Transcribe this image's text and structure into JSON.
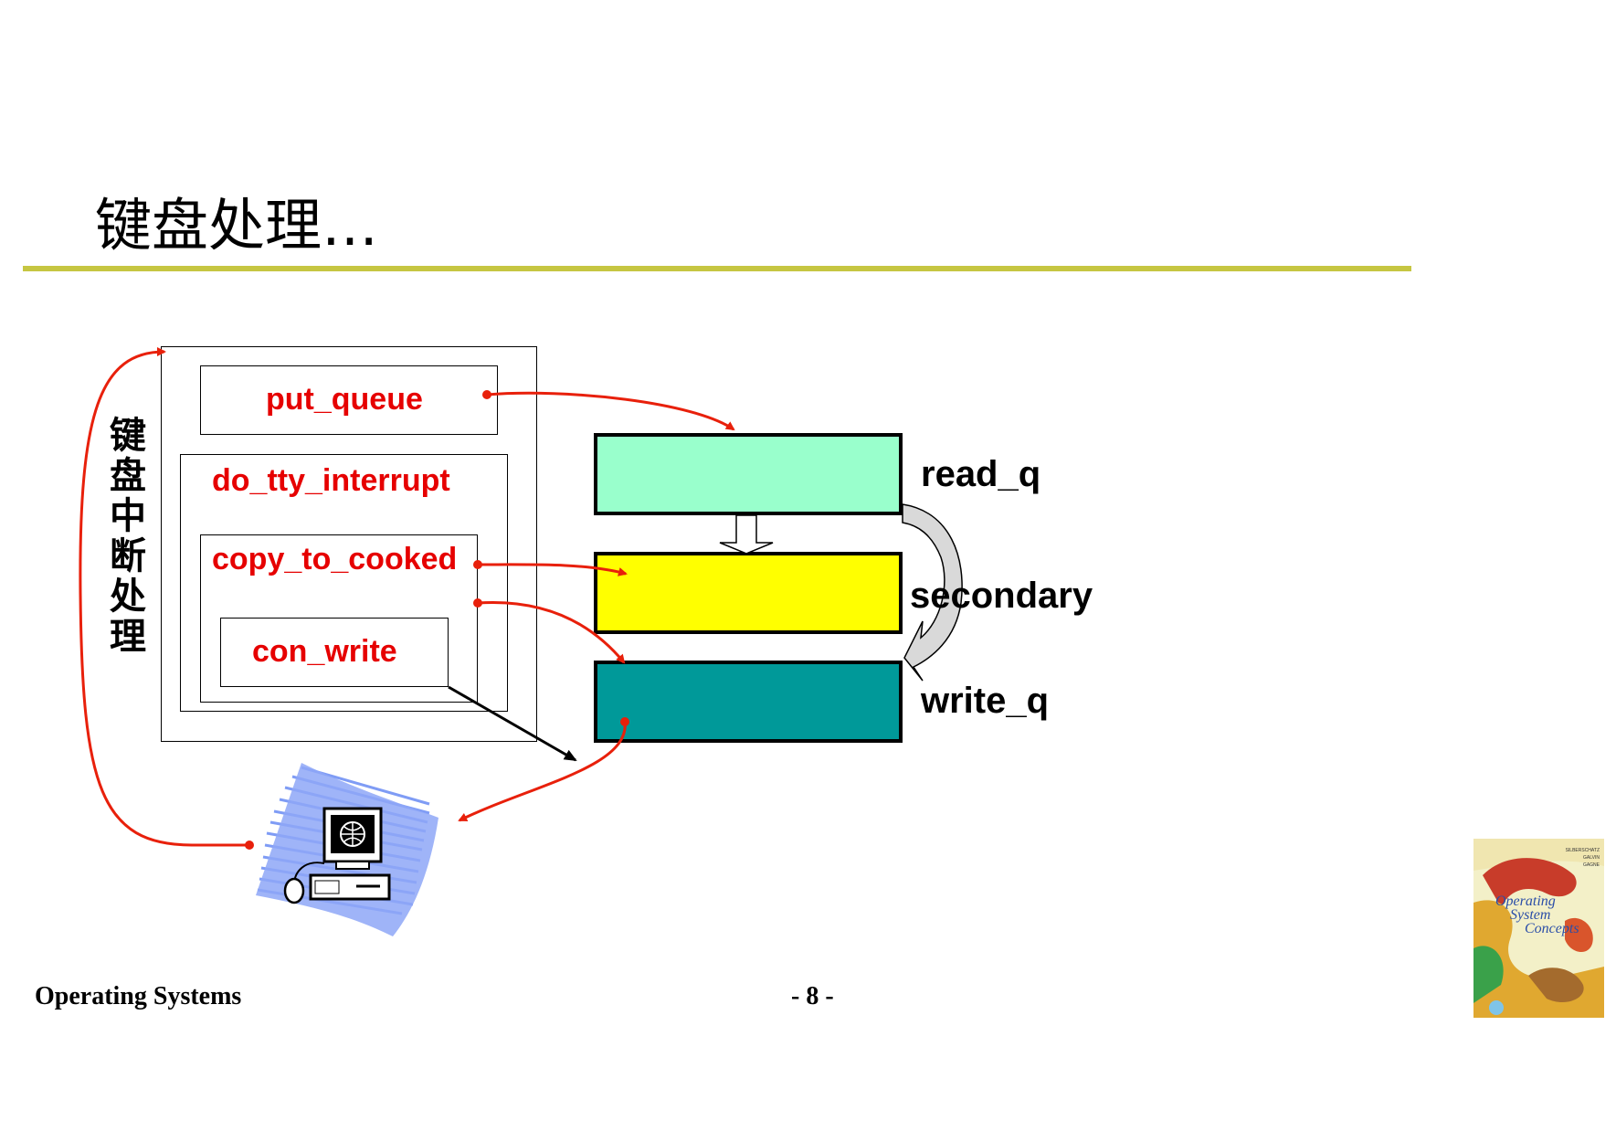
{
  "title": "键盘处理…",
  "colors": {
    "title_rule": "#c6c642",
    "read_q": "#99ffcc",
    "secondary": "#ffff00",
    "write_q": "#009999",
    "function_text": "#e60000",
    "arrow_red": "#e8200b"
  },
  "functions": {
    "put_queue": "put_queue",
    "do_tty_interrupt": "do_tty_interrupt",
    "copy_to_cooked": "copy_to_cooked",
    "con_write": "con_write"
  },
  "vertical_label": [
    "键",
    "盘",
    "中",
    "断",
    "处",
    "理"
  ],
  "queues": {
    "read_q": "read_q",
    "secondary": "secondary",
    "write_q": "write_q"
  },
  "icons": {
    "terminal": "computer-terminal-icon",
    "book_cover": "book-cover-icon"
  },
  "book_cover": {
    "authors": [
      "SILBERSCHATZ",
      "GALVIN",
      "GAGNE"
    ],
    "title_lines": [
      "Operating",
      "System",
      "Concepts"
    ]
  },
  "footer": {
    "course": "Operating Systems",
    "page": "- 8 -"
  }
}
